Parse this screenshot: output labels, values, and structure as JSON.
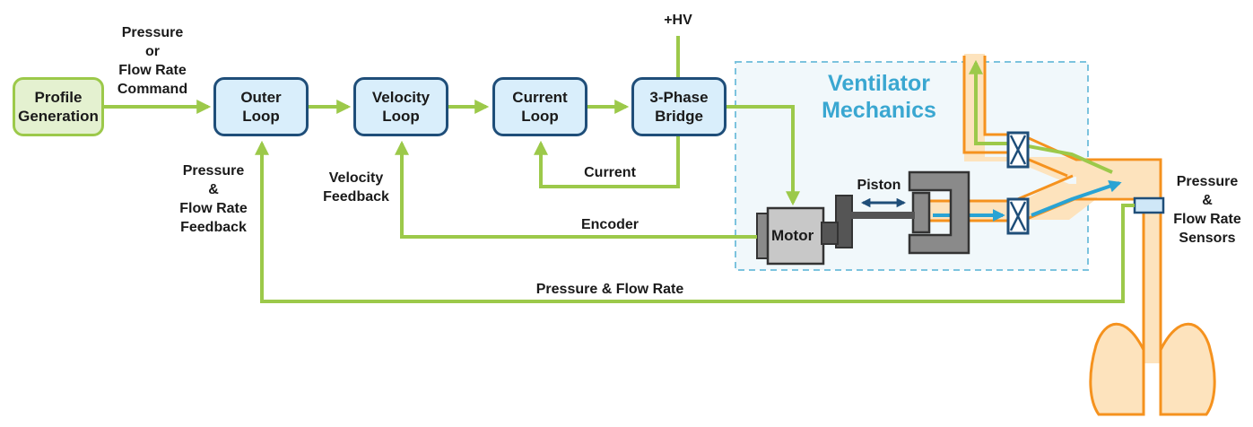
{
  "blocks": {
    "profile": {
      "line1": "Profile",
      "line2": "Generation"
    },
    "outer": {
      "line1": "Outer",
      "line2": "Loop"
    },
    "velocity": {
      "line1": "Velocity",
      "line2": "Loop"
    },
    "current": {
      "line1": "Current",
      "line2": "Loop"
    },
    "bridge": {
      "line1": "3-Phase",
      "line2": "Bridge"
    },
    "motor": "Motor"
  },
  "labels": {
    "command": [
      "Pressure",
      "or",
      "Flow Rate",
      "Command"
    ],
    "hv": "+HV",
    "current_fb": "Current",
    "velocity_fb": [
      "Velocity",
      "Feedback"
    ],
    "encoder": "Encoder",
    "pf_feedback": [
      "Pressure",
      "&",
      "Flow Rate",
      "Feedback"
    ],
    "pf_rate": "Pressure & Flow Rate",
    "piston": "Piston",
    "sensors": [
      "Pressure",
      "&",
      "Flow Rate",
      "Sensors"
    ]
  },
  "mechanics_title": [
    "Ventilator",
    "Mechanics"
  ],
  "colors": {
    "signal": "#9cc94a",
    "block_border": "#1f4e79",
    "block_fill": "#d9eefb",
    "accent": "#3aa7d1",
    "airway": "#f5921e",
    "airway_fill": "#fde3bd"
  }
}
